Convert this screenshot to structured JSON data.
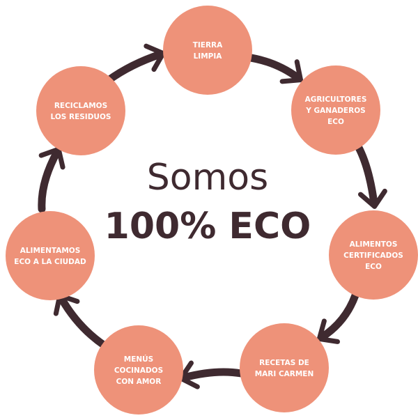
{
  "colors": {
    "circle_fill": "#ee9279",
    "arrow": "#3f2a30",
    "center_text": "#3f2a30",
    "label_text": "#ffffff"
  },
  "center": {
    "line1": "Somos",
    "line2": "100% ECO"
  },
  "steps": [
    {
      "id": "tierra-limpia",
      "lines": [
        "TIERRA",
        "LIMPIA"
      ]
    },
    {
      "id": "agricultores",
      "lines": [
        "AGRICULTORES",
        "Y GANADEROS",
        "ECO"
      ]
    },
    {
      "id": "alimentos",
      "lines": [
        "ALIMENTOS",
        "CERTIFICADOS",
        "ECO"
      ]
    },
    {
      "id": "recetas",
      "lines": [
        "RECETAS DE",
        "MARI CARMEN"
      ]
    },
    {
      "id": "menus",
      "lines": [
        "MENÚS",
        "COCINADOS",
        "CON AMOR"
      ]
    },
    {
      "id": "alimentamos",
      "lines": [
        "ALIMENTAMOS",
        "ECO A LA CIUDAD"
      ]
    },
    {
      "id": "reciclamos",
      "lines": [
        "RECICLAMOS",
        "LOS RESIDUOS"
      ]
    }
  ]
}
